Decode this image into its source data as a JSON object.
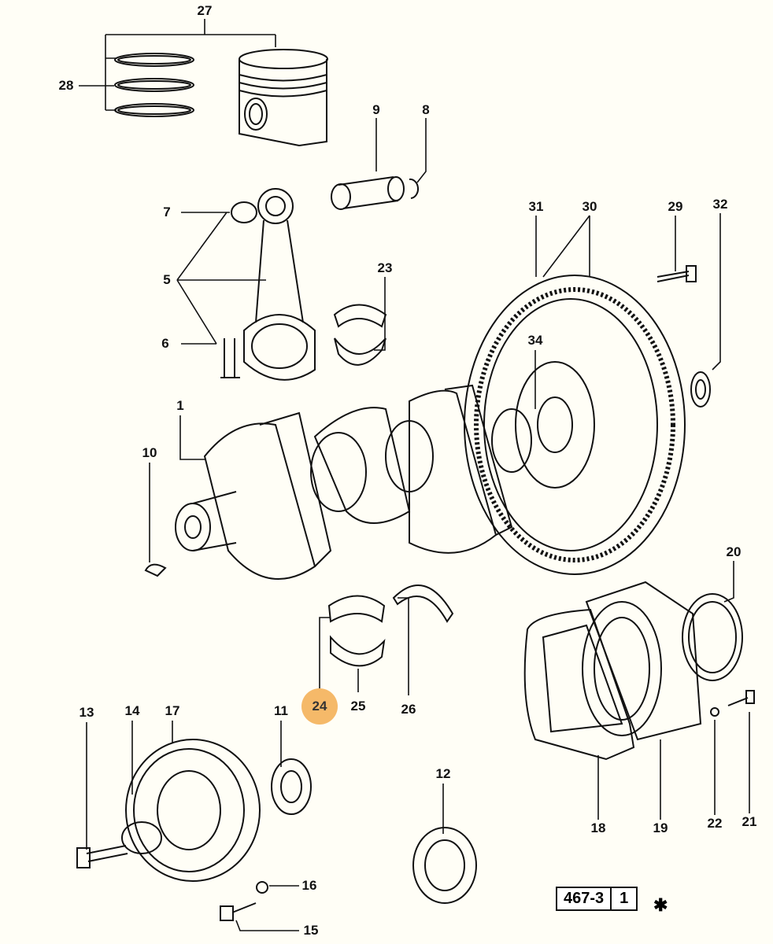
{
  "diagram": {
    "callouts": [
      {
        "label": "27"
      },
      {
        "label": "28"
      },
      {
        "label": "9"
      },
      {
        "label": "8"
      },
      {
        "label": "7"
      },
      {
        "label": "5"
      },
      {
        "label": "6"
      },
      {
        "label": "23"
      },
      {
        "label": "31"
      },
      {
        "label": "30"
      },
      {
        "label": "29"
      },
      {
        "label": "32"
      },
      {
        "label": "34"
      },
      {
        "label": "1"
      },
      {
        "label": "10"
      },
      {
        "label": "20"
      },
      {
        "label": "24",
        "highlighted": true
      },
      {
        "label": "25"
      },
      {
        "label": "26"
      },
      {
        "label": "13"
      },
      {
        "label": "14"
      },
      {
        "label": "17"
      },
      {
        "label": "11"
      },
      {
        "label": "12"
      },
      {
        "label": "18"
      },
      {
        "label": "19"
      },
      {
        "label": "22"
      },
      {
        "label": "21"
      },
      {
        "label": "16"
      },
      {
        "label": "15"
      }
    ],
    "highlight_color": "#f5b969",
    "reference": {
      "code": "467-3",
      "page": "1",
      "mark": "✱"
    }
  }
}
